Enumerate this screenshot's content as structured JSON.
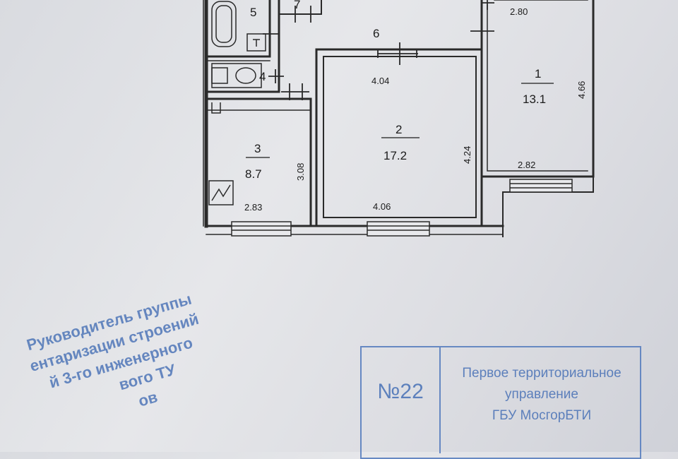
{
  "rooms": [
    {
      "number": "1",
      "area": "13.1"
    },
    {
      "number": "2",
      "area": "17.2"
    },
    {
      "number": "3",
      "area": "8.7"
    },
    {
      "number": "4"
    },
    {
      "number": "5"
    },
    {
      "number": "6"
    },
    {
      "number": "7"
    }
  ],
  "dimensions": {
    "room1_top": "2.80",
    "room1_side": "4.66",
    "room1_bottom": "2.82",
    "room2_top": "4.04",
    "room2_side": "4.24",
    "room2_bottom": "4.06",
    "room3_side": "3.08",
    "room3_bottom": "2.83"
  },
  "stamp_left": {
    "lines": [
      "Руководитель группы",
      "ентаризации строений",
      "й 3-го инженерного",
      "вого ТУ",
      "ов"
    ]
  },
  "stamp_box": {
    "number": "№22",
    "lines": [
      "Первое территориальное",
      "управление",
      "ГБУ МосгорБТИ"
    ]
  },
  "colors": {
    "wall": "#2a2a2a",
    "stamp": "#4f76b8"
  }
}
